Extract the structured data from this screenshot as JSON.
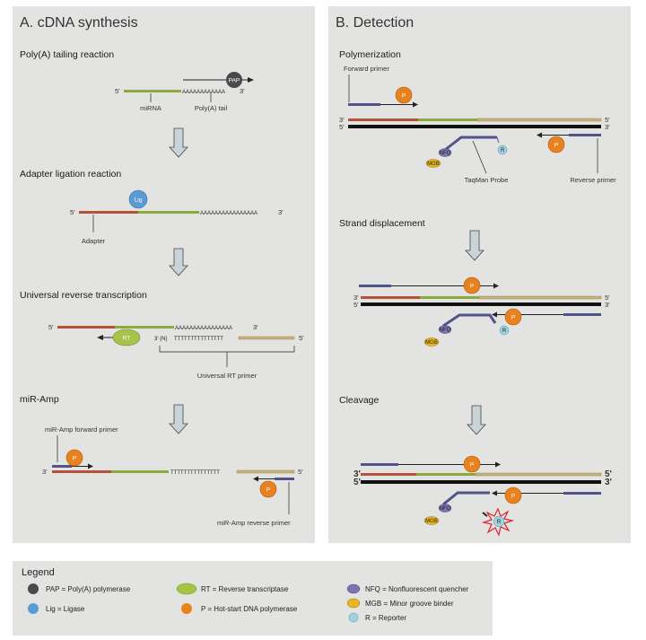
{
  "panel_a": {
    "title": "A. cDNA synthesis",
    "polya": {
      "heading": "Poly(A) tailing reaction",
      "five": "5'",
      "three": "3'",
      "tail": "AAAAAAAAAAAA",
      "pap": "PAP",
      "mirna": "miRNA",
      "polya_tail": "Poly(A) tail"
    },
    "ligation": {
      "heading": "Adapter ligation reaction",
      "five": "5'",
      "three": "3'",
      "tail": "AAAAAAAAAAAAAAAA",
      "lig": "Lig",
      "adapter": "Adapter"
    },
    "rt": {
      "heading": "Universal reverse transcription",
      "five_top": "5'",
      "three_top": "3'",
      "tail": "AAAAAAAAAAAAAAAA",
      "rt": "RT",
      "three_n": "3' (N)",
      "ts": "TTTTTTTTTTTTTTT",
      "five_bottom": "5'",
      "primer": "Universal RT primer"
    },
    "amp": {
      "heading": "miR-Amp",
      "fwd": "miR-Amp forward primer",
      "three": "3'",
      "five": "5'",
      "ts": "TTTTTTTTTTTTTTT",
      "p": "P",
      "rev": "miR-Amp reverse primer"
    }
  },
  "panel_b": {
    "title": "B. Detection",
    "poly": {
      "heading": "Polymerization",
      "fwd": "Forward primer",
      "three": "3'",
      "five": "5'",
      "five2": "5'",
      "three2": "3'",
      "p": "P",
      "nfq": "NFQ",
      "mgb": "MGB",
      "r": "R",
      "probe": "TaqMan Probe",
      "rev": "Reverse primer"
    },
    "disp": {
      "heading": "Strand displacement",
      "three": "3'",
      "five": "5'",
      "five2": "5'",
      "three2": "3'",
      "p": "P",
      "nfq": "NFQ",
      "mgb": "MGB",
      "r": "R"
    },
    "cleave": {
      "heading": "Cleavage",
      "three": "3'",
      "five": "5'",
      "five2": "5'",
      "three2": "3'",
      "p": "P",
      "nfq": "NFQ",
      "mgb": "MGB",
      "r": "R"
    }
  },
  "legend": {
    "title": "Legend",
    "items": [
      {
        "text": "PAP = Poly(A) polymerase",
        "color": "#4a4a4a"
      },
      {
        "text": "Lig = Ligase",
        "color": "#5b9bd5"
      },
      {
        "text": "RT = Reverse transcriptase",
        "color": "#a8c34a"
      },
      {
        "text": "P = Hot-start DNA polymerase",
        "color": "#e8821e"
      },
      {
        "text": "NFQ = Nonfluorescent quencher",
        "color": "#7b74b0"
      },
      {
        "text": "MGB = Minor groove binder",
        "color": "#e8b520"
      },
      {
        "text": "R = Reporter",
        "color": "#9fd3df"
      }
    ]
  },
  "colors": {
    "panel_bg": "#e3e3e2",
    "adapter_red": "#b5533a",
    "mirna_green": "#8cab3c",
    "primer_tan": "#c7b47a",
    "primer_purple": "#51538a",
    "polymerase_orange": "#e8821e",
    "arrow_fill": "#c9d4d8"
  }
}
